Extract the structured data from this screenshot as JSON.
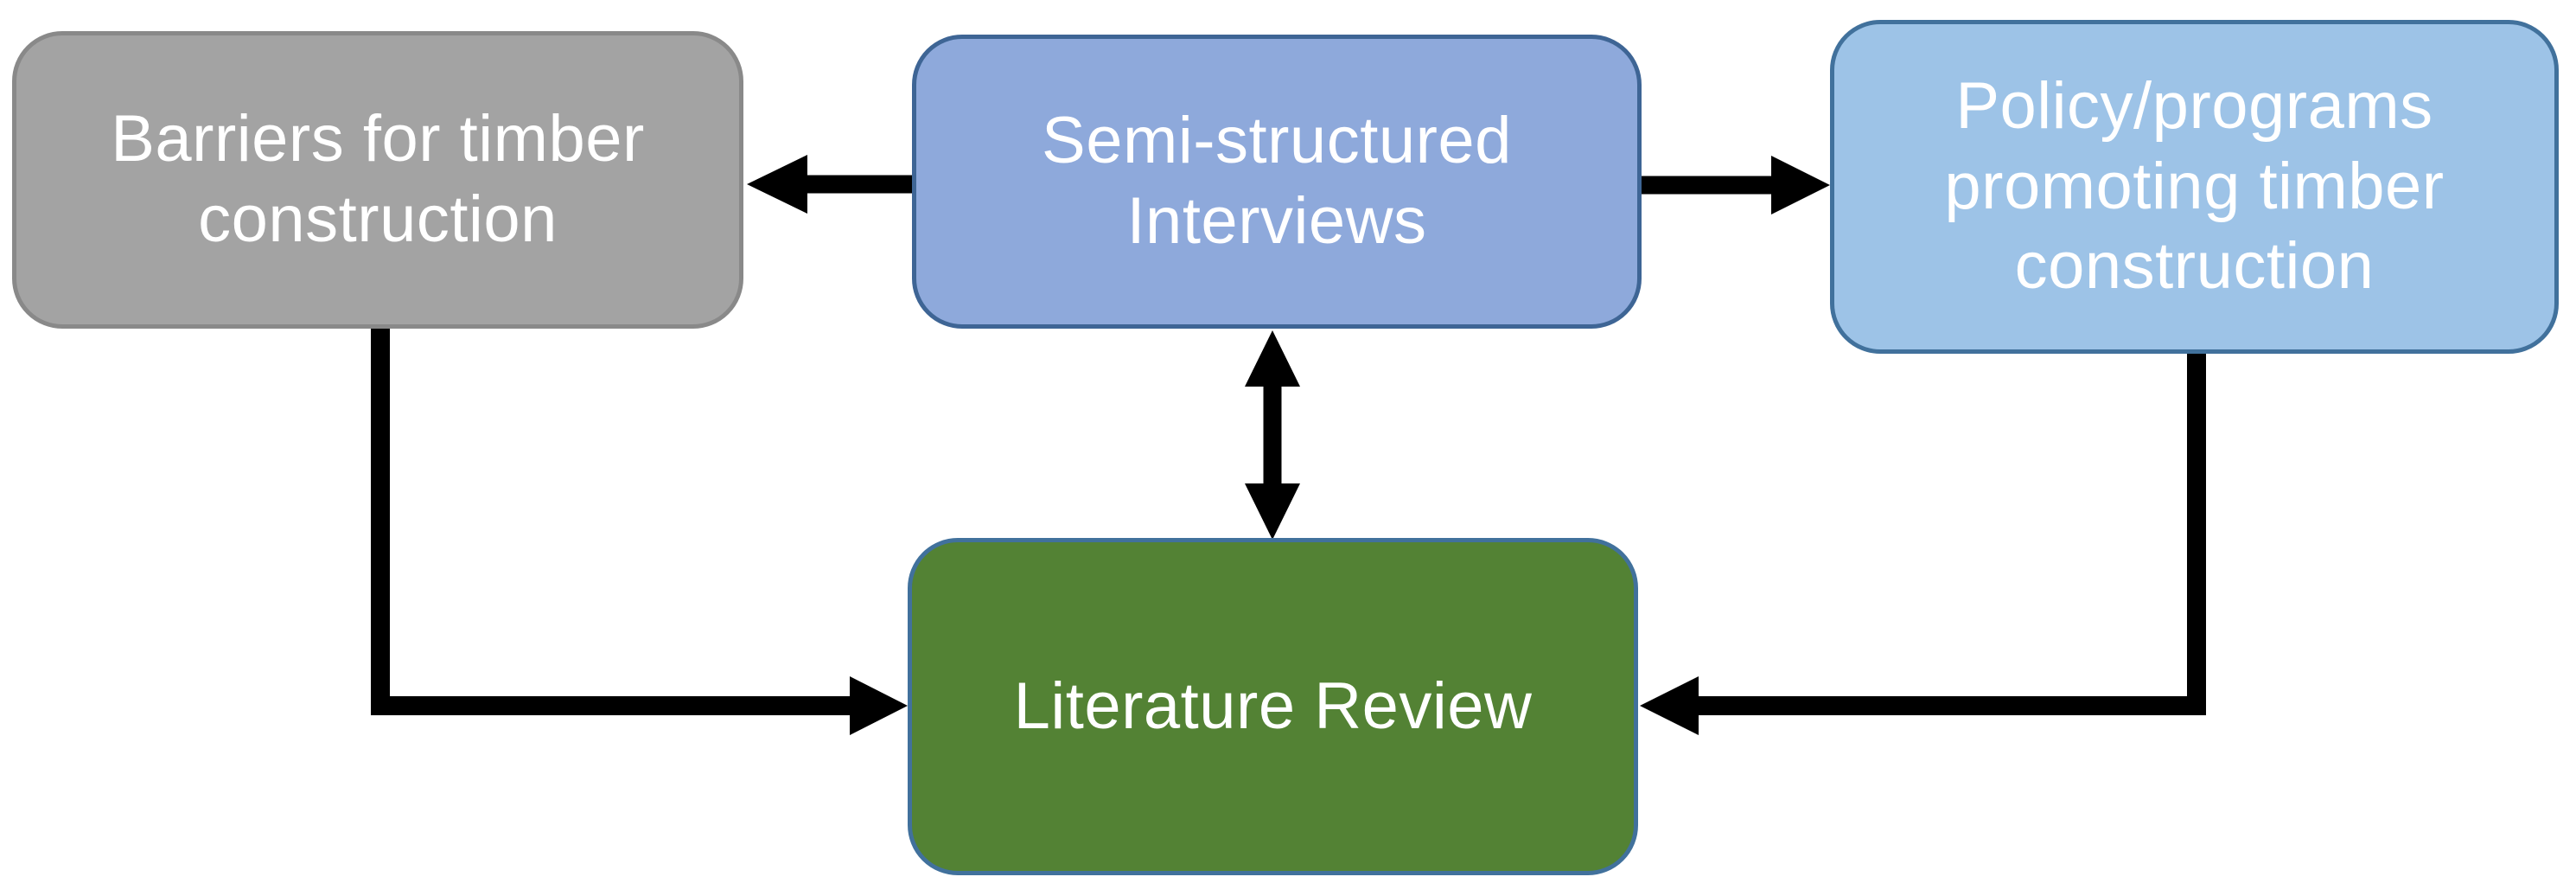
{
  "diagram": {
    "background": "#ffffff",
    "arrow_color": "#000000",
    "nodes": [
      {
        "id": "barriers",
        "label": "Barriers for timber construction",
        "fill": "#A3A3A3",
        "border": "#898989",
        "text_color": "#FFFFFF"
      },
      {
        "id": "interviews",
        "label": "Semi-structured Interviews",
        "fill": "#8EA9DB",
        "border": "#3E6595",
        "text_color": "#FFFFFF"
      },
      {
        "id": "policy",
        "label": "Policy/programs promoting timber construction",
        "fill": "#9DC3E7",
        "border": "#41719C",
        "text_color": "#FFFFFF"
      },
      {
        "id": "literature",
        "label": "Literature Review",
        "fill": "#538234",
        "border": "#41719C",
        "text_color": "#FFFFFF"
      }
    ],
    "edges": [
      {
        "from": "interviews",
        "to": "barriers",
        "style": "single-arrow"
      },
      {
        "from": "interviews",
        "to": "policy",
        "style": "single-arrow"
      },
      {
        "from": "interviews",
        "to": "literature",
        "style": "double-arrow"
      },
      {
        "from": "barriers",
        "to": "literature",
        "style": "elbow-arrow"
      },
      {
        "from": "policy",
        "to": "literature",
        "style": "elbow-arrow"
      }
    ]
  }
}
